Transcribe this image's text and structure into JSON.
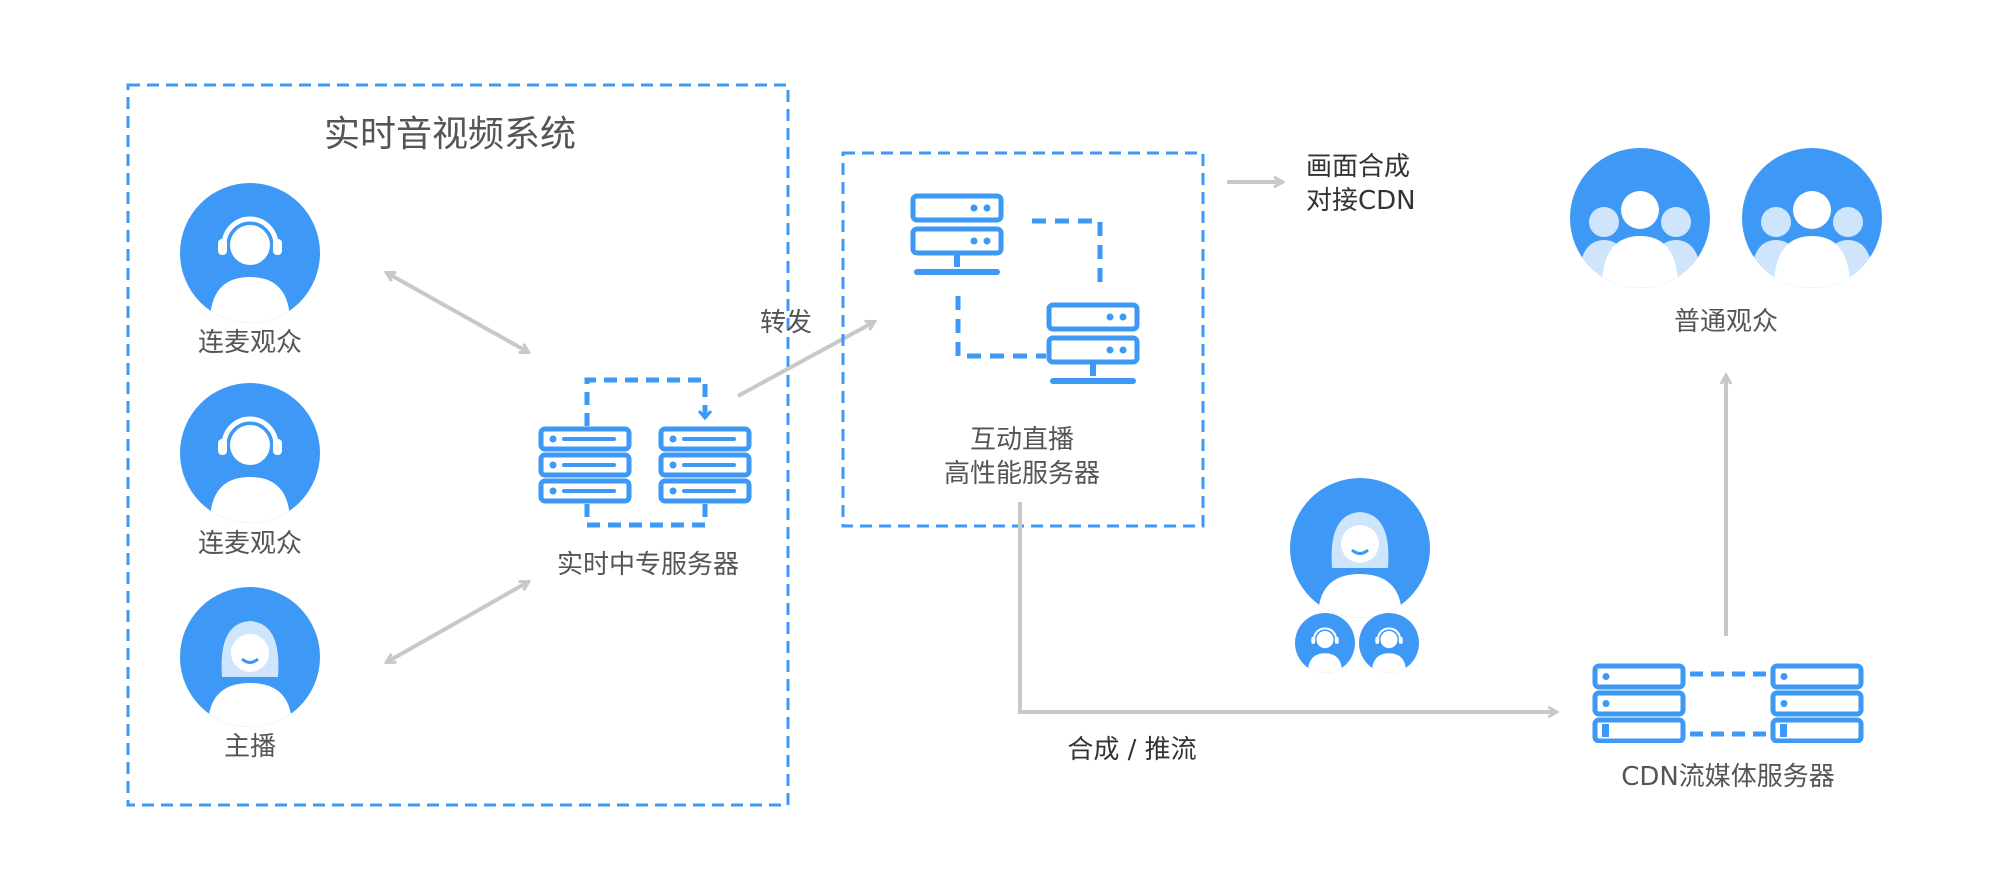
{
  "system_title": "实时音视频系统",
  "nodes": {
    "audience_1": {
      "label": "连麦观众",
      "icon": "headset-user-icon"
    },
    "audience_2": {
      "label": "连麦观众",
      "icon": "headset-user-icon"
    },
    "anchor": {
      "label": "主播",
      "icon": "female-host-icon"
    },
    "relay_server": {
      "label": "实时中专服务器",
      "icon": "server-icon"
    },
    "interactive_server": {
      "label_line1": "互动直播",
      "label_line2": "高性能服务器",
      "icon": "server-icon"
    },
    "cdn_server": {
      "label": "CDN流媒体服务器",
      "icon": "server-icon"
    },
    "viewers": {
      "label": "普通观众",
      "icon": "group-users-icon"
    }
  },
  "edges": {
    "forward": "转发",
    "mix_line1": "画面合成",
    "mix_line2": "对接CDN",
    "push": "合成 / 推流"
  },
  "colors": {
    "primary": "#3d99f5",
    "light": "#cfe5fc",
    "arrow": "#c8c8c8",
    "text": "#555555"
  }
}
